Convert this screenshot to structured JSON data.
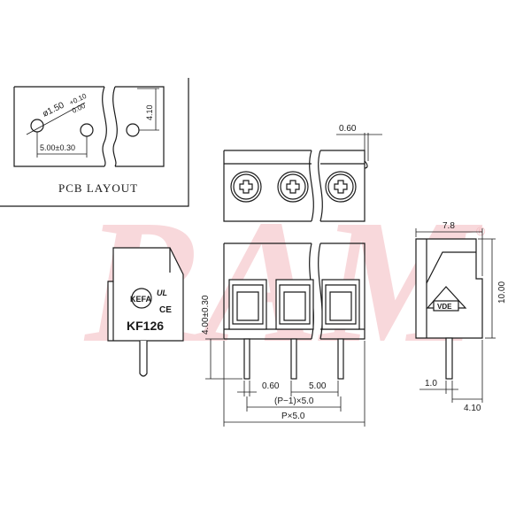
{
  "watermark": {
    "text": "RAM",
    "reg_mark": "®"
  },
  "pcb_layout": {
    "title": "PCB LAYOUT",
    "hole_dia_base": "ø1.50",
    "hole_dia_tol_upper": "+0.10",
    "hole_dia_tol_lower": "0.00",
    "pitch": "5.00±0.30",
    "row_offset": "4.10"
  },
  "side_left": {
    "brand": "KEFA",
    "model": "KF126",
    "cert_ul": "UL",
    "cert_ce": "CE"
  },
  "top_view": {
    "wire_dim": "0.60"
  },
  "front_view": {
    "pin_height": "4.00±0.30",
    "pin_width": "0.60",
    "pitch": "5.00",
    "pitch_formula": "(P−1)×5.0",
    "total_formula": "P×5.0"
  },
  "side_right": {
    "depth": "7.8",
    "height": "10.00",
    "pin_thickness": "1.0",
    "pin_offset": "4.10",
    "vde_mark": "VDE"
  }
}
